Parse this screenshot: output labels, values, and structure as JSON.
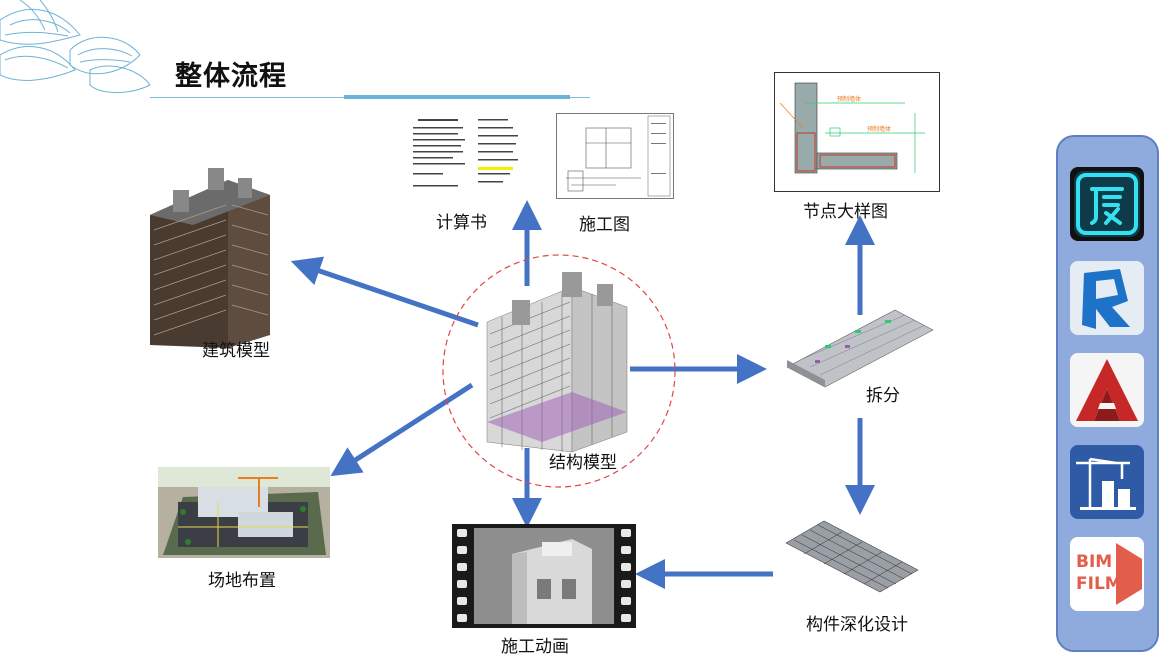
{
  "header": {
    "title": "整体流程"
  },
  "nodes": {
    "structure_model": "结构模型",
    "building_model": "建筑模型",
    "calc_book": "计算书",
    "construction_drawing": "施工图",
    "node_detail": "节点大样图",
    "split": "拆分",
    "site_layout": "场地布置",
    "construction_animation": "施工动画",
    "component_design": "构件深化设计"
  },
  "detail_annotations": {
    "label_a": "预制墙体",
    "label_b": "预制墙体"
  },
  "apps": [
    {
      "name": "glodon-icon",
      "text": ""
    },
    {
      "name": "revit-icon",
      "text": "R"
    },
    {
      "name": "autocad-icon",
      "text": "A"
    },
    {
      "name": "construction-crane-icon",
      "text": ""
    },
    {
      "name": "bimfilm-icon",
      "text": "BIM FILM"
    }
  ],
  "apps_text": {
    "bimfilm_line1": "BIM",
    "bimfilm_line2": "FILM"
  },
  "colors": {
    "arrow": "#4472c4",
    "circle": "#e04545",
    "sidebar_bg": "#8faadc",
    "accent_line": "#6bb3d9"
  }
}
